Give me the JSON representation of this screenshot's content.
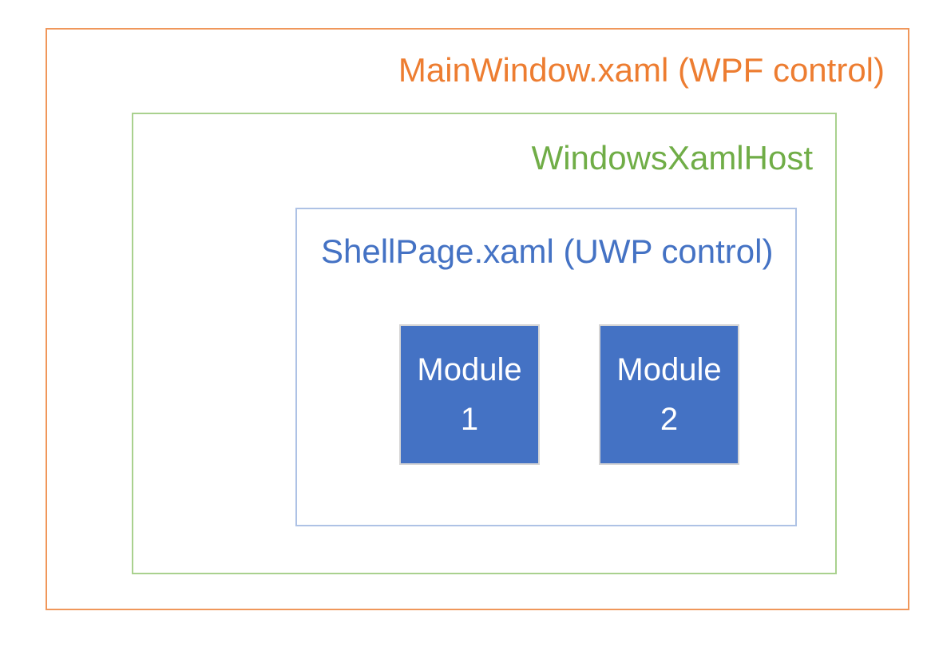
{
  "diagram": {
    "background_color": "#ffffff",
    "mainwindow": {
      "label": "MainWindow.xaml (WPF control)",
      "text_color": "#ed7d31",
      "border_color": "#f0975b"
    },
    "xamlhost": {
      "label": "WindowsXamlHost",
      "text_color": "#70ad47",
      "border_color": "#a9d18e"
    },
    "shellpage": {
      "label": "ShellPage.xaml (UWP control)",
      "text_color": "#4472c4",
      "border_color": "#aec2e5"
    },
    "modules": [
      {
        "line1": "Module",
        "line2": "1",
        "fill_color": "#4472c4",
        "text_color": "#ffffff",
        "border_color": "#d6d5d5"
      },
      {
        "line1": "Module",
        "line2": "2",
        "fill_color": "#4472c4",
        "text_color": "#ffffff",
        "border_color": "#d6d5d5"
      }
    ]
  }
}
